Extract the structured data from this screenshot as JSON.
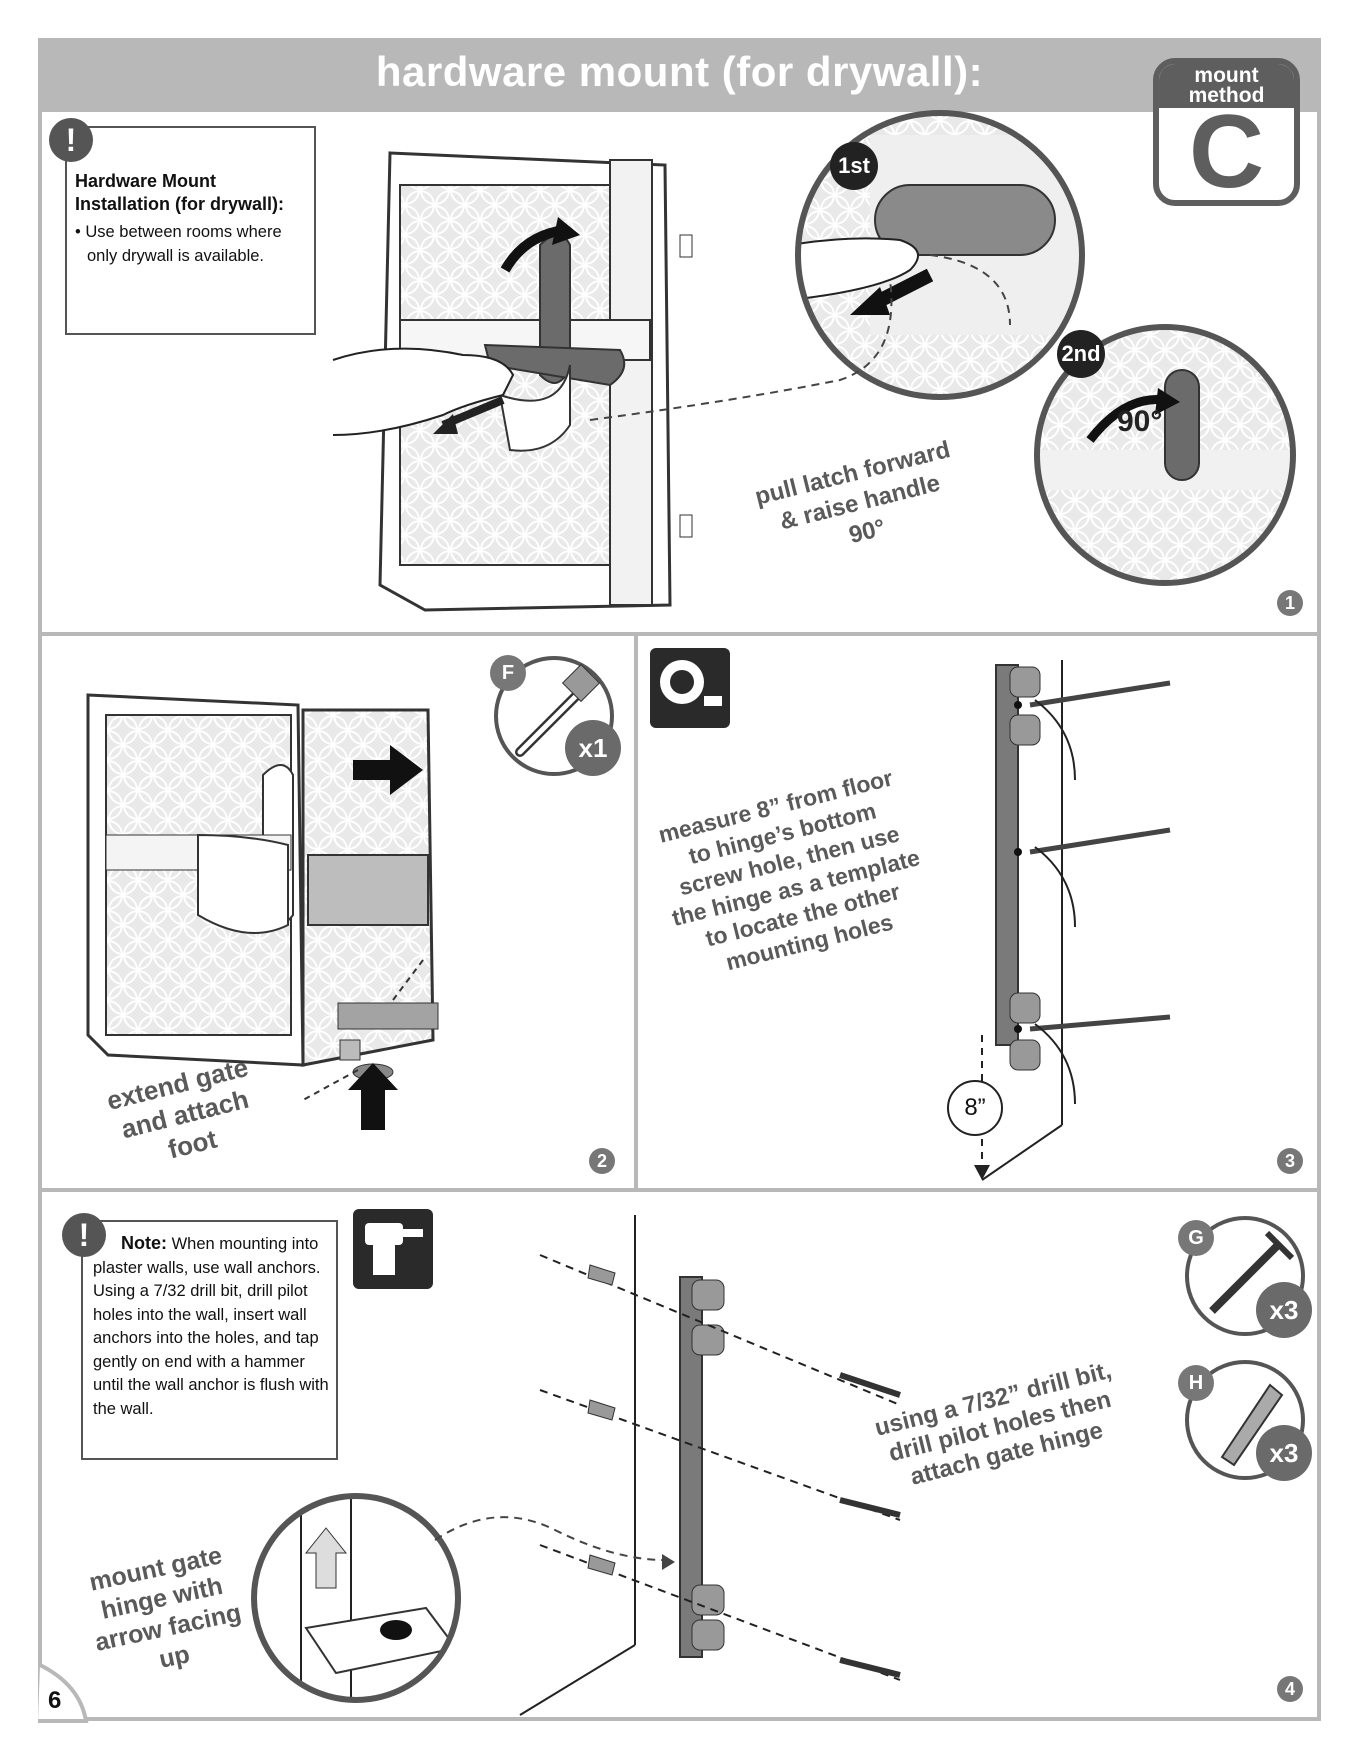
{
  "header": {
    "title": "hardware mount (for drywall):"
  },
  "badge": {
    "label": "mount method",
    "letter": "C"
  },
  "panel1": {
    "note_title": "Hardware Mount Installation (for drywall):",
    "note_bullet": "• Use between rooms where only drywall is available.",
    "instruction": "pull latch forward & raise handle 90°",
    "first_label": "1st",
    "second_label": "2nd",
    "angle_label": "90°",
    "step_number": "1"
  },
  "panel2": {
    "instruction": "extend gate and attach foot",
    "part_letter": "F",
    "part_qty": "x1",
    "step_number": "2"
  },
  "panel3": {
    "instruction": "measure 8” from floor to hinge’s bottom screw hole, then use the hinge as a template to locate the other mounting holes",
    "measurement": "8”",
    "step_number": "3"
  },
  "panel4": {
    "note_label": "Note:",
    "note_text": "When mounting into plaster walls, use wall anchors. Using a 7/32 drill bit, drill pilot holes into the wall, insert wall anchors into the holes, and tap gently on end with a hammer until the wall anchor is flush with the wall.",
    "instruction_drill": "using a 7/32” drill bit, drill pilot holes then attach gate hinge",
    "instruction_mount": "mount gate hinge with arrow facing up",
    "part_g_letter": "G",
    "part_g_qty": "x3",
    "part_h_letter": "H",
    "part_h_qty": "x3",
    "step_number": "4"
  },
  "page_number": "6"
}
